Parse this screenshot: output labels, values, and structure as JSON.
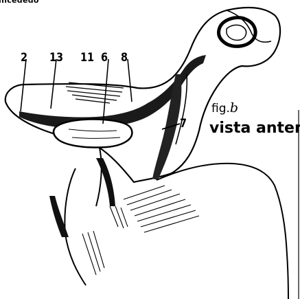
{
  "header_fragment": "incededo",
  "callouts": {
    "n2": "2",
    "n13": "13",
    "n11": "11",
    "n6": "6",
    "n8": "8",
    "n7": "7"
  },
  "figure": {
    "label": "fig.",
    "letter": "b",
    "view": "vista antera"
  }
}
